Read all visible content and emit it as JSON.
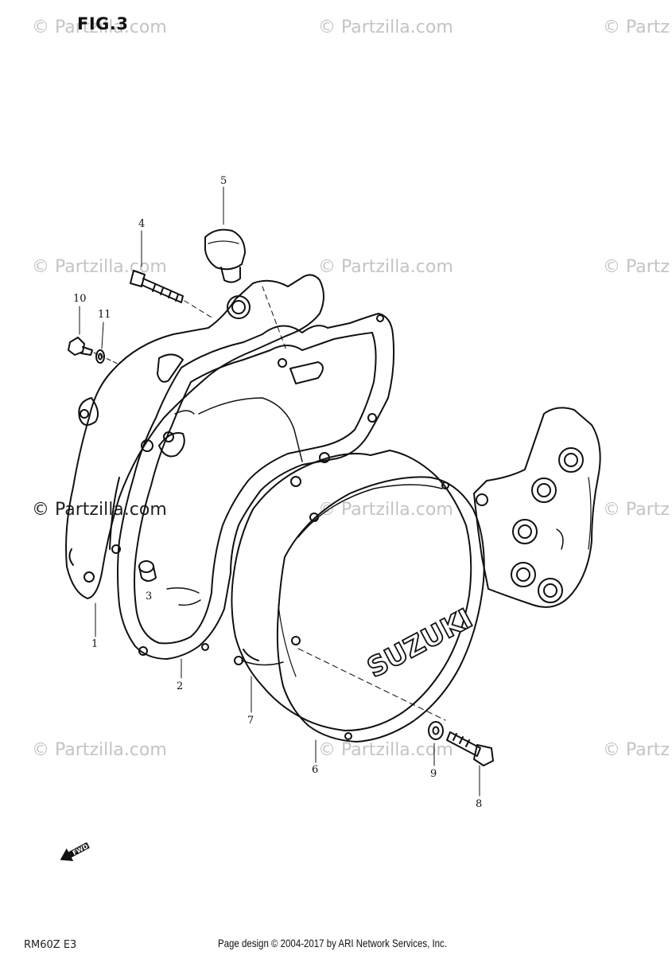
{
  "figure": {
    "title": "FIG.3",
    "model_code": "RM60Z E3"
  },
  "watermark": {
    "text": "© Partzilla.com",
    "text_clipped": "© Partz"
  },
  "callouts": {
    "c1": "1",
    "c2": "2",
    "c3": "3",
    "c4": "4",
    "c5": "5",
    "c6": "6",
    "c7": "7",
    "c8": "8",
    "c9": "9",
    "c10": "10",
    "c11": "11"
  },
  "cover_brand": "SUZUKI",
  "direction_mark": "FWD",
  "footer": {
    "copyright": "Page design © 2004-2017 by ARI Network Services, Inc."
  }
}
